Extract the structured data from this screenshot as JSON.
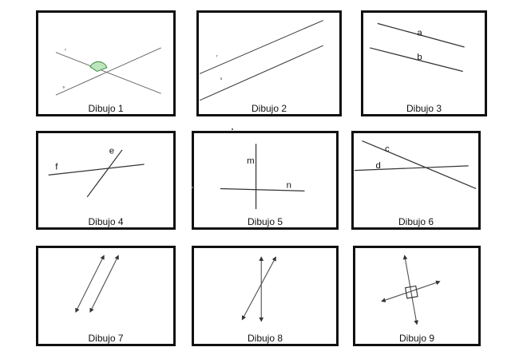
{
  "figures": [
    {
      "caption": "Dibujo 1",
      "labels": {
        "r": "r",
        "s": "s"
      }
    },
    {
      "caption": "Dibujo 2",
      "labels": {
        "r": "r",
        "s": "s"
      }
    },
    {
      "caption": "Dibujo 3",
      "labels": {
        "a": "a",
        "b": "b"
      }
    },
    {
      "caption": "Dibujo 4",
      "labels": {
        "e": "e",
        "f": "f"
      }
    },
    {
      "caption": "Dibujo 5",
      "labels": {
        "m": "m",
        "n": "n"
      }
    },
    {
      "caption": "Dibujo 6",
      "labels": {
        "c": "c",
        "d": "d"
      }
    },
    {
      "caption": "Dibujo 7"
    },
    {
      "caption": "Dibujo 8"
    },
    {
      "caption": "Dibujo 9"
    }
  ],
  "colors": {
    "line": "#111111",
    "angle_fill": "#bde5bd",
    "angle_stroke": "#3a8a3a",
    "border": "#111111"
  }
}
